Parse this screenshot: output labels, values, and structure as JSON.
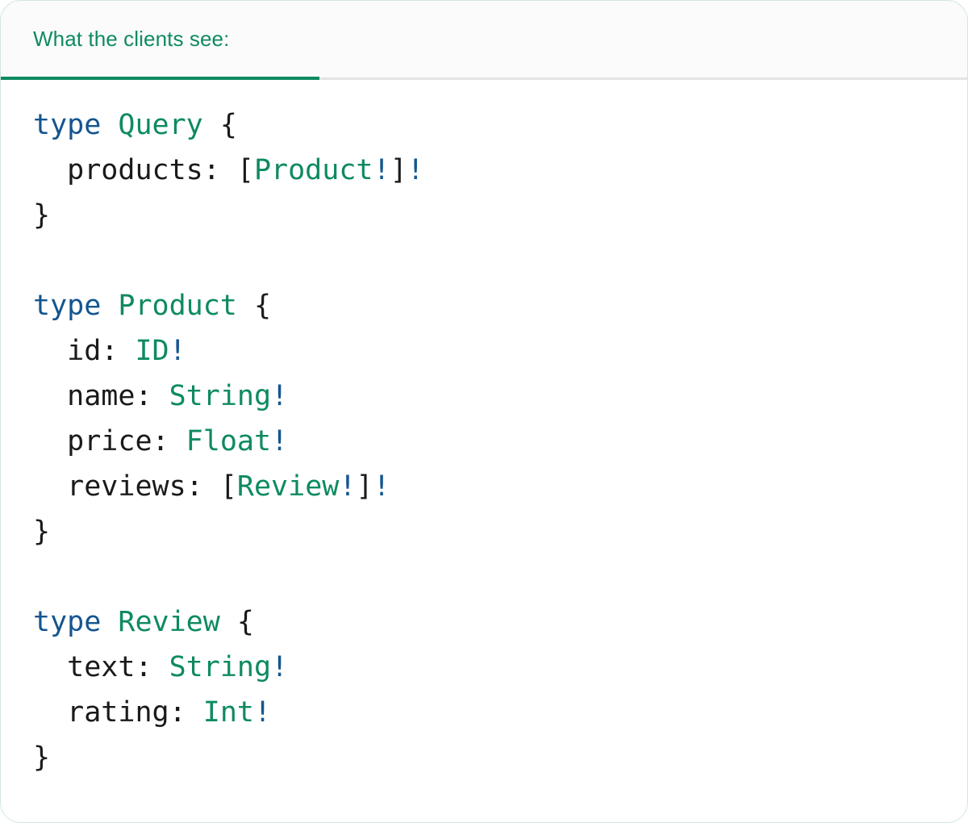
{
  "card": {
    "accent_color": "#0f8a62",
    "keyword_color": "#14558f",
    "typename_color": "#0e8a62",
    "text_color": "#1a1a1a",
    "header_bg": "#fbfbfb",
    "body_bg": "#ffffff",
    "border_color": "#cfe8da",
    "divider_color": "#e4e4e4"
  },
  "header": {
    "tab_label": "What the clients see:"
  },
  "code": {
    "language": "graphql",
    "lines": [
      {
        "id": "line-1",
        "text": "type Query {",
        "tokens": [
          {
            "t": "type",
            "c": "keyword"
          },
          {
            "t": " ",
            "c": "punct"
          },
          {
            "t": "Query",
            "c": "typename"
          },
          {
            "t": " ",
            "c": "punct"
          },
          {
            "t": "{",
            "c": "brace"
          }
        ]
      },
      {
        "id": "line-2",
        "text": "  products: [Product!]!",
        "tokens": [
          {
            "t": "  ",
            "c": "punct"
          },
          {
            "t": "products",
            "c": "field"
          },
          {
            "t": ": ",
            "c": "punct"
          },
          {
            "t": "[",
            "c": "bracket"
          },
          {
            "t": "Product",
            "c": "typename"
          },
          {
            "t": "!",
            "c": "bang"
          },
          {
            "t": "]",
            "c": "bracket"
          },
          {
            "t": "!",
            "c": "bang"
          }
        ]
      },
      {
        "id": "line-3",
        "text": "}",
        "tokens": [
          {
            "t": "}",
            "c": "brace"
          }
        ]
      },
      {
        "id": "line-4",
        "text": "",
        "tokens": []
      },
      {
        "id": "line-5",
        "text": "type Product {",
        "tokens": [
          {
            "t": "type",
            "c": "keyword"
          },
          {
            "t": " ",
            "c": "punct"
          },
          {
            "t": "Product",
            "c": "typename"
          },
          {
            "t": " ",
            "c": "punct"
          },
          {
            "t": "{",
            "c": "brace"
          }
        ]
      },
      {
        "id": "line-6",
        "text": "  id: ID!",
        "tokens": [
          {
            "t": "  ",
            "c": "punct"
          },
          {
            "t": "id",
            "c": "field"
          },
          {
            "t": ": ",
            "c": "punct"
          },
          {
            "t": "ID",
            "c": "typename"
          },
          {
            "t": "!",
            "c": "bang"
          }
        ]
      },
      {
        "id": "line-7",
        "text": "  name: String!",
        "tokens": [
          {
            "t": "  ",
            "c": "punct"
          },
          {
            "t": "name",
            "c": "field"
          },
          {
            "t": ": ",
            "c": "punct"
          },
          {
            "t": "String",
            "c": "typename"
          },
          {
            "t": "!",
            "c": "bang"
          }
        ]
      },
      {
        "id": "line-8",
        "text": "  price: Float!",
        "tokens": [
          {
            "t": "  ",
            "c": "punct"
          },
          {
            "t": "price",
            "c": "field"
          },
          {
            "t": ": ",
            "c": "punct"
          },
          {
            "t": "Float",
            "c": "typename"
          },
          {
            "t": "!",
            "c": "bang"
          }
        ]
      },
      {
        "id": "line-9",
        "text": "  reviews: [Review!]!",
        "tokens": [
          {
            "t": "  ",
            "c": "punct"
          },
          {
            "t": "reviews",
            "c": "field"
          },
          {
            "t": ": ",
            "c": "punct"
          },
          {
            "t": "[",
            "c": "bracket"
          },
          {
            "t": "Review",
            "c": "typename"
          },
          {
            "t": "!",
            "c": "bang"
          },
          {
            "t": "]",
            "c": "bracket"
          },
          {
            "t": "!",
            "c": "bang"
          }
        ]
      },
      {
        "id": "line-10",
        "text": "}",
        "tokens": [
          {
            "t": "}",
            "c": "brace"
          }
        ]
      },
      {
        "id": "line-11",
        "text": "",
        "tokens": []
      },
      {
        "id": "line-12",
        "text": "type Review {",
        "tokens": [
          {
            "t": "type",
            "c": "keyword"
          },
          {
            "t": " ",
            "c": "punct"
          },
          {
            "t": "Review",
            "c": "typename"
          },
          {
            "t": " ",
            "c": "punct"
          },
          {
            "t": "{",
            "c": "brace"
          }
        ]
      },
      {
        "id": "line-13",
        "text": "  text: String!",
        "tokens": [
          {
            "t": "  ",
            "c": "punct"
          },
          {
            "t": "text",
            "c": "field"
          },
          {
            "t": ": ",
            "c": "punct"
          },
          {
            "t": "String",
            "c": "typename"
          },
          {
            "t": "!",
            "c": "bang"
          }
        ]
      },
      {
        "id": "line-14",
        "text": "  rating: Int!",
        "tokens": [
          {
            "t": "  ",
            "c": "punct"
          },
          {
            "t": "rating",
            "c": "field"
          },
          {
            "t": ": ",
            "c": "punct"
          },
          {
            "t": "Int",
            "c": "typename"
          },
          {
            "t": "!",
            "c": "bang"
          }
        ]
      },
      {
        "id": "line-15",
        "text": "}",
        "tokens": [
          {
            "t": "}",
            "c": "brace"
          }
        ]
      }
    ]
  }
}
